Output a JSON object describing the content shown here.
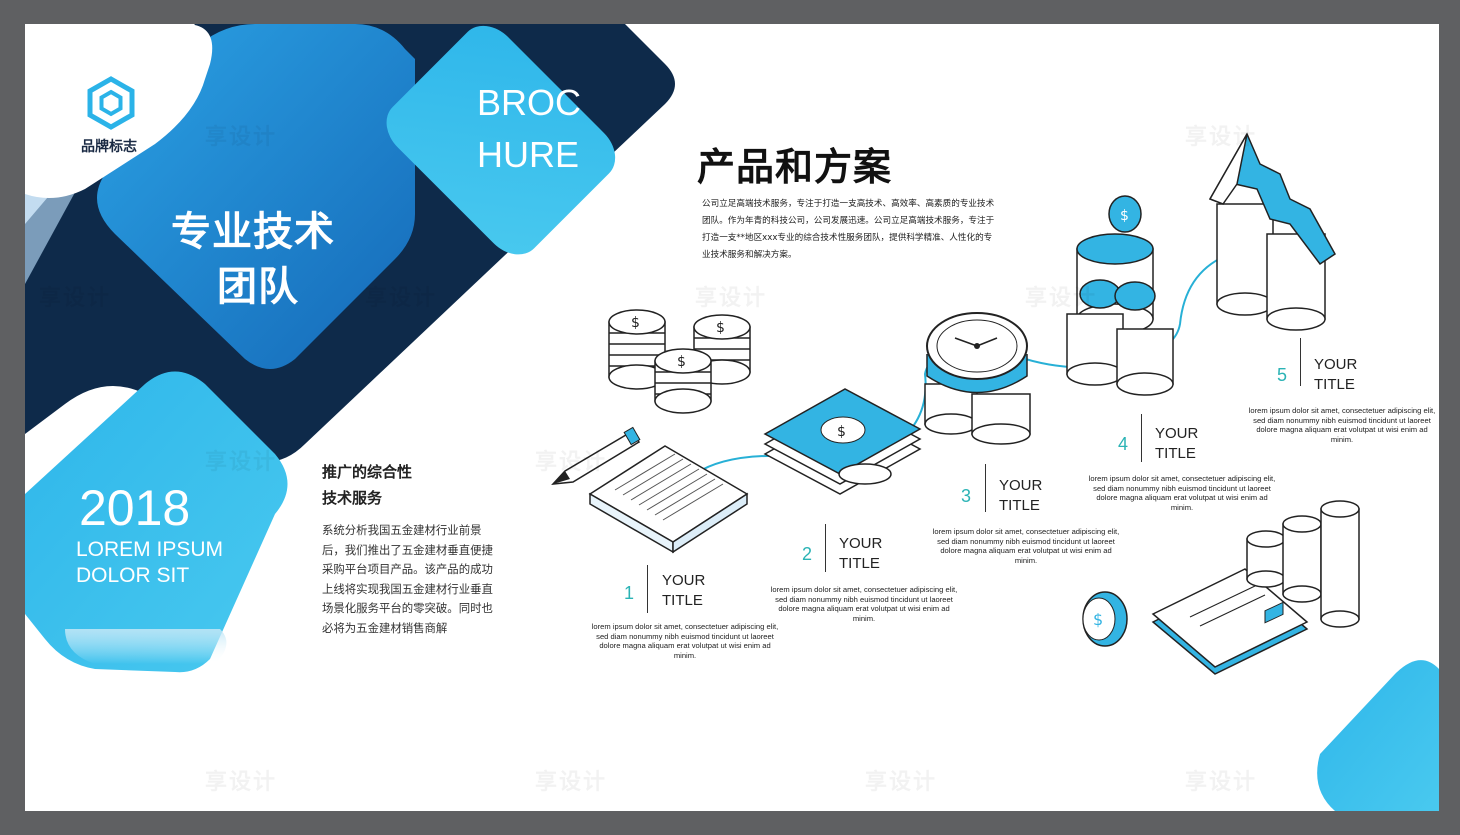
{
  "brand": {
    "label": "品牌标志"
  },
  "hero": {
    "line1": "专业技术",
    "line2": "团队"
  },
  "brochure": {
    "line1": "BROC",
    "line2": "HURE"
  },
  "badge": {
    "year": "2018",
    "line1": "LOREM IPSUM",
    "line2": "DOLOR SIT"
  },
  "section": {
    "title": "产品和方案",
    "description": "公司立足高端技术服务，专注于打造一支高技术、高效率、高素质的专业技术团队。作为年青的科技公司，公司发展迅速。公司立足高端技术服务，专注于打造一支**地区xxx专业的综合技术性服务团队，提供科学精准、人性化的专业技术服务和解决方案。"
  },
  "subsection": {
    "title_line1": "推广的综合性",
    "title_line2": "技术服务",
    "body": "系统分析我国五金建材行业前景后，我们推出了五金建材垂直便捷采购平台项目产品。该产品的成功上线将实现我国五金建材行业垂直场景化服务平台的零突破。同时也必将为五金建材销售商解"
  },
  "steps": [
    {
      "num": "1",
      "title_line1": "YOUR",
      "title_line2": "TITLE",
      "desc": "lorem ipsum dolor sit amet, consectetuer adipiscing elit, sed diam nonummy nibh euismod tincidunt ut laoreet dolore magna aliquam erat volutpat ut wisi enim ad minim."
    },
    {
      "num": "2",
      "title_line1": "YOUR",
      "title_line2": "TITLE",
      "desc": "lorem ipsum dolor sit amet, consectetuer adipiscing elit, sed diam nonummy nibh euismod tincidunt ut laoreet dolore magna aliquam erat volutpat ut wisi enim ad minim."
    },
    {
      "num": "3",
      "title_line1": "YOUR",
      "title_line2": "TITLE",
      "desc": "lorem ipsum dolor sit amet, consectetuer adipiscing elit, sed diam nonummy nibh euismod tincidunt ut laoreet dolore magna aliquam erat volutpat ut wisi enim ad minim."
    },
    {
      "num": "4",
      "title_line1": "YOUR",
      "title_line2": "TITLE",
      "desc": "lorem ipsum dolor sit amet, consectetuer adipiscing elit, sed diam nonummy nibh euismod tincidunt ut laoreet dolore magna aliquam erat volutpat ut wisi enim ad minim."
    },
    {
      "num": "5",
      "title_line1": "YOUR",
      "title_line2": "TITLE",
      "desc": "lorem ipsum dolor sit amet, consectetuer adipiscing elit, sed diam nonummy nibh euismod tincidunt ut laoreet dolore magna aliquam erat volutpat ut wisi enim ad minim."
    }
  ],
  "watermark": {
    "text": "享设计"
  },
  "colors": {
    "navy": "#0e2a4a",
    "blue": "#1f8fd6",
    "cyan": "#3cc2ea",
    "accent": "#2bb3b5",
    "frame": "#5f6062"
  },
  "icons": [
    "hexagon-logo-icon",
    "coin-stack-icon",
    "pencil-icon",
    "notepad-icon",
    "banknote-icon",
    "clock-icon",
    "coin-jar-icon",
    "chart-arrow-icon",
    "coin-icon",
    "credit-card-icon",
    "cylinder-icon"
  ]
}
